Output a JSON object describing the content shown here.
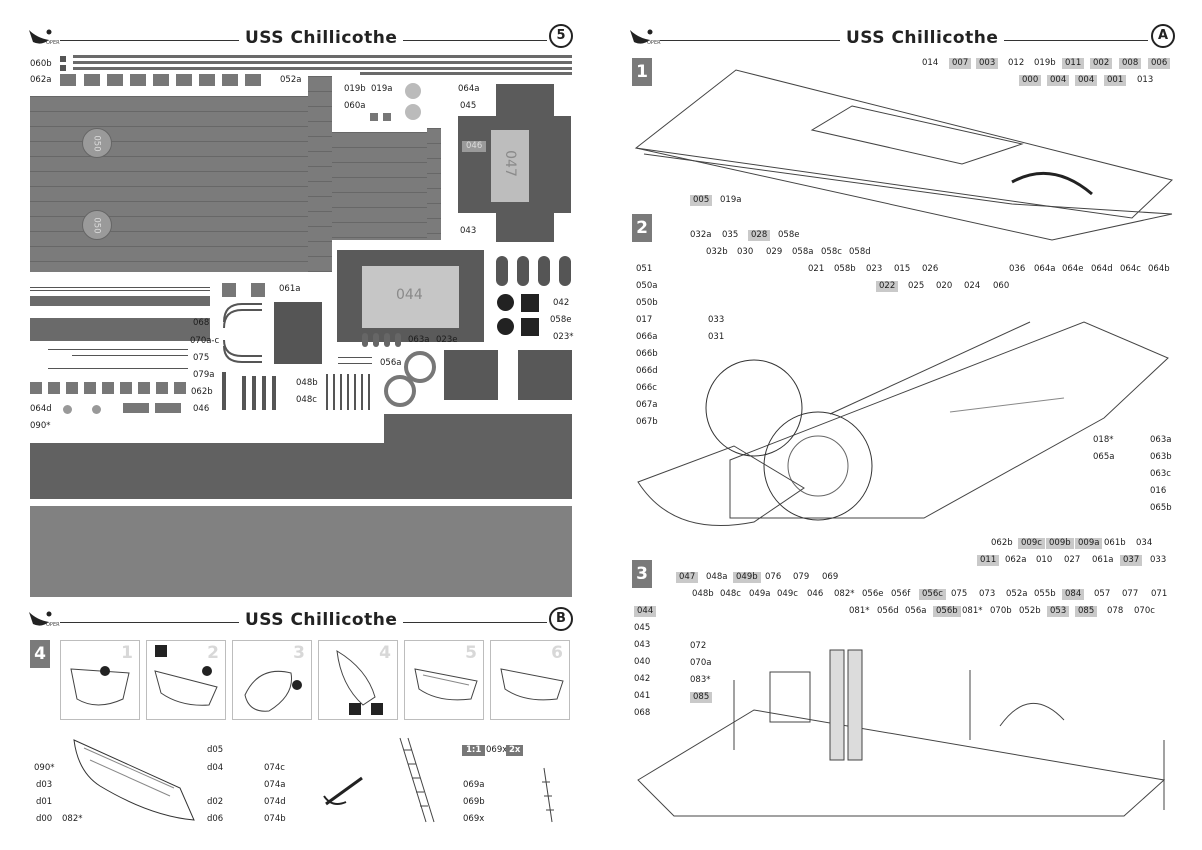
{
  "header": {
    "title_left": "USS Chillicothe",
    "title_right": "USS Chillicothe",
    "title_bottom": "USS Chillicothe",
    "sheet_left": "5",
    "sheet_right": "A",
    "sheet_bottom": "B",
    "logo_text": "OPER"
  },
  "parts_sheet_5": {
    "labels": {
      "p060b": "060b",
      "p062a": "062a",
      "p052a": "052a",
      "p019b": "019b",
      "p019a": "019a",
      "p064a": "064a",
      "p060a": "060a",
      "p045": "045",
      "p046": "046",
      "p047": "047",
      "p043": "043",
      "p050a": "050",
      "p050b": "050",
      "p061a": "061a",
      "p044": "044",
      "p042": "042",
      "p058e": "058e",
      "p023s": "023*",
      "p068": "068",
      "p070ac": "070a-c",
      "p075": "075",
      "p079a": "079a",
      "p062b": "062b",
      "p064d": "064d",
      "p046b": "046",
      "p090s": "090*",
      "p063a": "063a",
      "p023e": "023e",
      "p056a": "056a",
      "p048b": "048b",
      "p048c": "048c"
    }
  },
  "sheet_a": {
    "steps": [
      "1",
      "2",
      "3"
    ],
    "s1": {
      "row1": [
        "014",
        "007",
        "003",
        "012",
        "019b",
        "011",
        "002",
        "008",
        "006"
      ],
      "row1_hl": [
        false,
        true,
        true,
        false,
        false,
        true,
        true,
        true,
        true
      ],
      "row2": [
        "000",
        "004",
        "004",
        "001",
        "013"
      ],
      "row2_hl": [
        true,
        true,
        true,
        true,
        false
      ],
      "bottom": [
        "005",
        "019a"
      ],
      "bottom_hl": [
        true,
        false
      ]
    },
    "s2": {
      "row1": [
        "032a",
        "035",
        "028",
        "058e"
      ],
      "row1_hl": [
        false,
        false,
        true,
        false
      ],
      "row2": [
        "032b",
        "030",
        "029",
        "058a",
        "058c",
        "058d"
      ],
      "row3": [
        "021",
        "058b",
        "023",
        "015",
        "026"
      ],
      "row3b": [
        "036",
        "064a",
        "064e",
        "064d",
        "064c",
        "064b"
      ],
      "row4": [
        "022",
        "025",
        "020",
        "024",
        "060"
      ],
      "row4_hl": [
        true,
        false,
        false,
        false,
        false
      ],
      "left": [
        "051",
        "050a",
        "050b",
        "017",
        "066a",
        "066b",
        "066d",
        "066c",
        "067a",
        "067b"
      ],
      "mid": [
        "033",
        "031"
      ],
      "right_a": [
        "018*",
        "065a"
      ],
      "right_b": [
        "063a",
        "063b",
        "063c",
        "016",
        "065b"
      ],
      "bottom1": [
        "062b",
        "009c",
        "009b",
        "009a",
        "061b",
        "034"
      ],
      "bottom1_hl": [
        false,
        true,
        true,
        true,
        false,
        false
      ],
      "bottom2": [
        "011",
        "062a",
        "010",
        "027",
        "061a",
        "037",
        "033"
      ],
      "bottom2_hl": [
        true,
        false,
        false,
        false,
        false,
        true,
        false
      ]
    },
    "s3": {
      "row1": [
        "047",
        "048a",
        "049b",
        "076",
        "079",
        "069"
      ],
      "row1_hl": [
        true,
        false,
        true,
        false,
        false,
        false
      ],
      "row2": [
        "048b",
        "048c",
        "049a",
        "049c",
        "046",
        "082*",
        "056e",
        "056f",
        "056c",
        "075",
        "073",
        "052a",
        "055b",
        "084",
        "057",
        "077",
        "071"
      ],
      "row2_hl": [
        false,
        false,
        false,
        false,
        false,
        false,
        false,
        false,
        true,
        false,
        false,
        false,
        false,
        true,
        false,
        false,
        false
      ],
      "row3": [
        "081*",
        "056d",
        "056a",
        "056b",
        "081*",
        "070b",
        "052b",
        "053",
        "085",
        "078",
        "070c"
      ],
      "row3_hl": [
        false,
        false,
        false,
        true,
        false,
        false,
        false,
        true,
        true,
        false,
        false
      ],
      "left": [
        "044",
        "045",
        "043",
        "040",
        "042",
        "041",
        "068"
      ],
      "left_hl": [
        true,
        false,
        false,
        false,
        false,
        false,
        false
      ],
      "mid": [
        "072",
        "070a",
        "083*",
        "085"
      ],
      "mid_hl": [
        false,
        false,
        false,
        true
      ]
    }
  },
  "sheet_b": {
    "step": "4",
    "frames": [
      "1",
      "2",
      "3",
      "4",
      "5",
      "6"
    ],
    "boat_left": [
      "090*",
      "d03",
      "d01",
      "d00",
      "082*"
    ],
    "boat_right": [
      "d05",
      "d04",
      "d02",
      "d06"
    ],
    "anchor": [
      "074c",
      "074a",
      "074d",
      "074b"
    ],
    "ladder": [
      "069a",
      "069b",
      "069x"
    ],
    "scale_label": "1:1",
    "scale_part": "069x",
    "scale_mult": "2x"
  }
}
